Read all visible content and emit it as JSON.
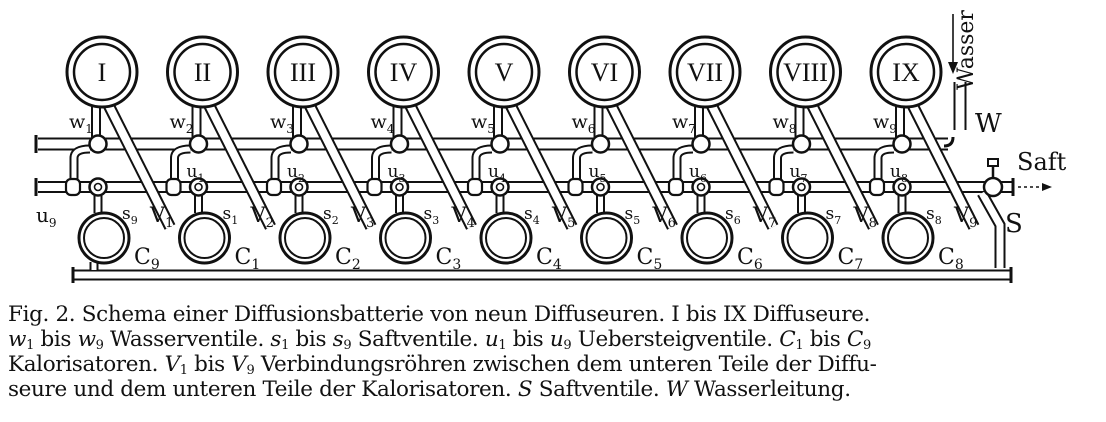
{
  "diagram": {
    "diffusers": [
      "I",
      "II",
      "III",
      "IV",
      "V",
      "VI",
      "VII",
      "VIII",
      "IX"
    ],
    "water_valves": [
      {
        "base": "w",
        "sub": "1"
      },
      {
        "base": "w",
        "sub": "2"
      },
      {
        "base": "w",
        "sub": "3"
      },
      {
        "base": "w",
        "sub": "4"
      },
      {
        "base": "w",
        "sub": "5"
      },
      {
        "base": "w",
        "sub": "6"
      },
      {
        "base": "w",
        "sub": "7"
      },
      {
        "base": "w",
        "sub": "8"
      },
      {
        "base": "w",
        "sub": "9"
      }
    ],
    "overflow_valves": [
      {
        "base": "u",
        "sub": "9"
      },
      {
        "base": "u",
        "sub": "1"
      },
      {
        "base": "u",
        "sub": "2"
      },
      {
        "base": "u",
        "sub": "3"
      },
      {
        "base": "u",
        "sub": "4"
      },
      {
        "base": "u",
        "sub": "5"
      },
      {
        "base": "u",
        "sub": "6"
      },
      {
        "base": "u",
        "sub": "7"
      },
      {
        "base": "u",
        "sub": "8"
      }
    ],
    "juice_valves": [
      {
        "base": "s",
        "sub": "9"
      },
      {
        "base": "s",
        "sub": "1"
      },
      {
        "base": "s",
        "sub": "2"
      },
      {
        "base": "s",
        "sub": "3"
      },
      {
        "base": "s",
        "sub": "4"
      },
      {
        "base": "s",
        "sub": "5"
      },
      {
        "base": "s",
        "sub": "6"
      },
      {
        "base": "s",
        "sub": "7"
      },
      {
        "base": "s",
        "sub": "8"
      }
    ],
    "connecting_tubes": [
      {
        "base": "V",
        "sub": "1"
      },
      {
        "base": "V",
        "sub": "2"
      },
      {
        "base": "V",
        "sub": "3"
      },
      {
        "base": "V",
        "sub": "4"
      },
      {
        "base": "V",
        "sub": "5"
      },
      {
        "base": "V",
        "sub": "6"
      },
      {
        "base": "V",
        "sub": "7"
      },
      {
        "base": "V",
        "sub": "8"
      },
      {
        "base": "V",
        "sub": "9"
      }
    ],
    "calorisators": [
      {
        "base": "C",
        "sub": "9"
      },
      {
        "base": "C",
        "sub": "1"
      },
      {
        "base": "C",
        "sub": "2"
      },
      {
        "base": "C",
        "sub": "3"
      },
      {
        "base": "C",
        "sub": "4"
      },
      {
        "base": "C",
        "sub": "5"
      },
      {
        "base": "C",
        "sub": "6"
      },
      {
        "base": "C",
        "sub": "7"
      },
      {
        "base": "C",
        "sub": "8"
      }
    ],
    "water_inlet_label": "Wasser",
    "water_line_label": "W",
    "juice_outlet_label": "Saft",
    "juice_valve_label": "S"
  },
  "caption": {
    "line1": "Fig. 2.  Schema einer Diffusionsbatterie von neun Diffuseuren. I bis IX Diffuseure.",
    "line2_w1": "w",
    "line2_w1_sub": "1",
    "line2_bis1": " bis ",
    "line2_w9": "w",
    "line2_w9_sub": "9",
    "line2_t1": " Wasserventile.  ",
    "line2_s1": "s",
    "line2_s1_sub": "1",
    "line2_bis2": " bis ",
    "line2_s9": "s",
    "line2_s9_sub": "9",
    "line2_t2": " Saftventile.  ",
    "line2_u1": "u",
    "line2_u1_sub": "1",
    "line2_bis3": " bis ",
    "line2_u9": "u",
    "line2_u9_sub": "9",
    "line2_t3": " Uebersteigventile.  ",
    "line2_c1": "C",
    "line2_c1_sub": "1",
    "line2_bis4": " bis ",
    "line2_c9": "C",
    "line2_c9_sub": "9",
    "line3_t1": "Kalorisatoren.  ",
    "line3_v1": "V",
    "line3_v1_sub": "1",
    "line3_bis": " bis ",
    "line3_v9": "V",
    "line3_v9_sub": "9",
    "line3_t2": " Verbindungsröhren zwischen dem unteren Teile der Diffu-",
    "line4_t1": "seure und dem unteren Teile der Kalorisatoren.  ",
    "line4_s": "S",
    "line4_t2": " Saftventile.  ",
    "line4_w": "W",
    "line4_t3": " Wasserleitung."
  }
}
